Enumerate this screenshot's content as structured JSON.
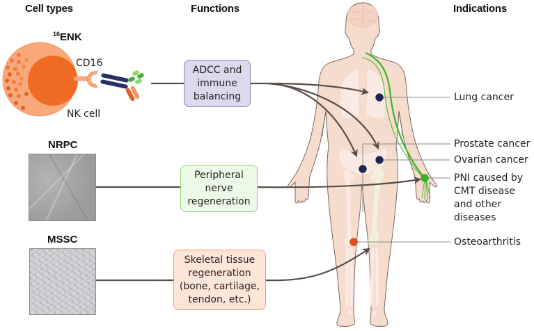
{
  "headers": {
    "cell_types": "Cell types",
    "functions": "Functions",
    "indications": "Indications"
  },
  "cells": [
    {
      "id": "enk",
      "label_sup": "16",
      "label": "ENK",
      "receptor_label": "CD16",
      "cell_label": "NK cell",
      "image": "nk-cell-illustration"
    },
    {
      "id": "nrpc",
      "label": "NRPC",
      "image": "nrpc-micrograph"
    },
    {
      "id": "mssc",
      "label": "MSSC",
      "image": "mssc-micrograph"
    }
  ],
  "functions": [
    {
      "id": "adcc",
      "lines": [
        "ADCC and",
        "immune",
        "balancing"
      ]
    },
    {
      "id": "nerve",
      "lines": [
        "Peripheral",
        "nerve",
        "regeneration"
      ]
    },
    {
      "id": "skeletal",
      "lines": [
        "Skeletal tissue",
        "regeneration",
        "(bone, cartilage,",
        "tendon, etc.)"
      ]
    }
  ],
  "indications": [
    {
      "id": "lung",
      "lines": [
        "Lung cancer"
      ],
      "marker_color": "#1f2456"
    },
    {
      "id": "prostate",
      "lines": [
        "Prostate cancer"
      ],
      "marker_color": "#1f2456"
    },
    {
      "id": "ovarian",
      "lines": [
        "Ovarian cancer"
      ],
      "marker_color": "#1f2456"
    },
    {
      "id": "pni",
      "lines": [
        "PNI caused by",
        "CMT disease",
        "and other",
        "diseases"
      ],
      "marker_color": "#3cb424"
    },
    {
      "id": "oa",
      "lines": [
        "Osteoarthritis"
      ],
      "marker_color": "#e84e1b"
    }
  ],
  "colors": {
    "arrow": "#574c47",
    "leader": "#8a8a8a",
    "skin": "#f6dccd",
    "skin_outline": "#6b5b55",
    "organ": "#fbeae3",
    "bone": "#f2efdc",
    "nerve": "#3cb424",
    "nk_outer": "#f8a87a",
    "nk_nucleus": "#ef6a22",
    "antibody_heavy": "#283163",
    "antibody_light": "#e2612a",
    "antigen": "#8fd46e"
  }
}
